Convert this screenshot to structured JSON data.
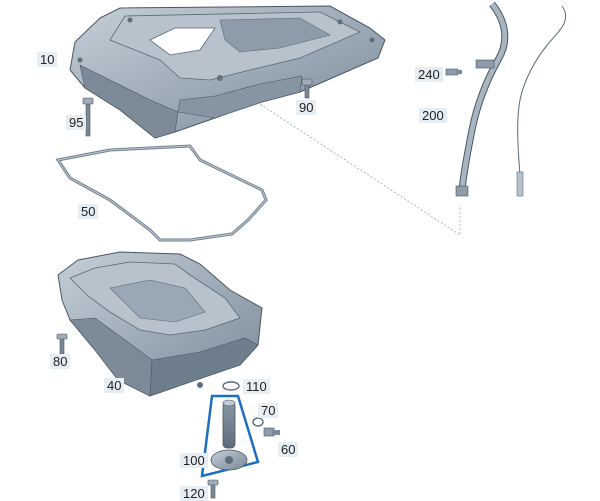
{
  "callouts": {
    "c10": "10",
    "c50": "50",
    "c95": "95",
    "c90": "90",
    "c240": "240",
    "c200": "200",
    "c80": "80",
    "c40": "40",
    "c110": "110",
    "c70": "70",
    "c60": "60",
    "c100": "100",
    "c120": "120"
  },
  "colors": {
    "part_fill": "#9eabb8",
    "part_dark": "#6f7e8d",
    "part_light": "#c3ccd6",
    "outline": "#4a5663",
    "highlight": "#1a6fc2",
    "label_bg": "#e6edf3"
  }
}
